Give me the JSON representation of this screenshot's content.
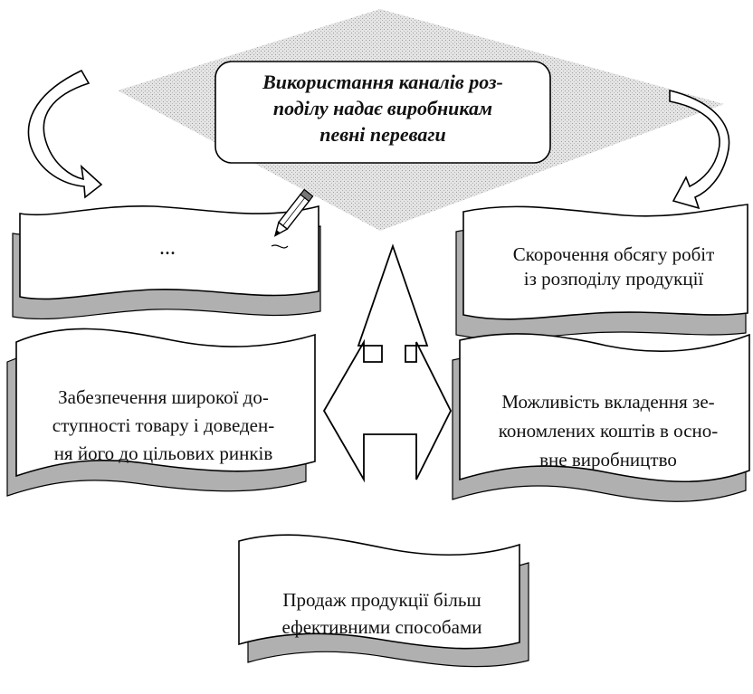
{
  "title": "Використання каналів роз-\nподілу надає виробникам\nпевні переваги",
  "boxes": {
    "top_left": "...",
    "top_right": "Скорочення обсягу робіт\nіз розподілу продукції",
    "middle_left": "Забезпечення широкої до-\nступності товару і доведен-\nня його до цільових ринків",
    "middle_right": "Можливість вкладення зе-\nкономлених коштів в осно-\nвне виробництво",
    "bottom": "Продаж продукції більш\nефективними  способами"
  },
  "icons": {
    "pencil": "pencil-icon",
    "left_curved_arrow": "curved-arrow-left-icon",
    "right_curved_arrow": "curved-arrow-right-icon",
    "center_arrow": "double-arrow-icon"
  },
  "colors": {
    "banner_fill": "#dcdcdc",
    "box_fill": "#ffffff",
    "outline": "#000000"
  }
}
